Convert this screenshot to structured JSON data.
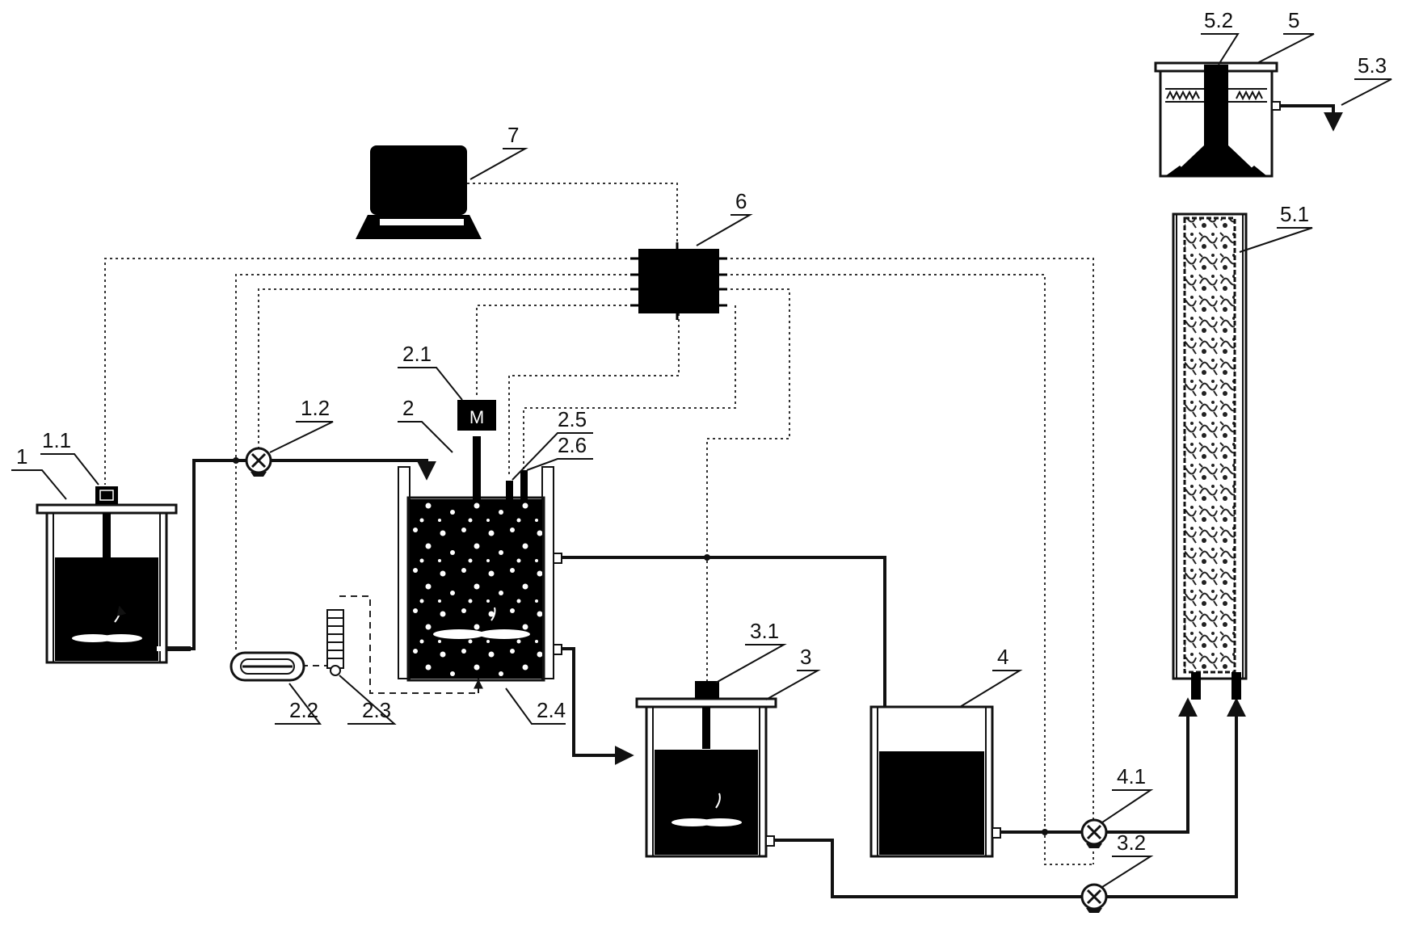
{
  "labels": {
    "tank1": "1",
    "lid_device_1_1": "1.1",
    "pump_1_2": "1.2",
    "reactor2": "2",
    "motor_2_1": "2.1",
    "aerator_2_2": "2.2",
    "flowmeter_2_3": "2.3",
    "diffuser_2_4": "2.4",
    "probe_2_5": "2.5",
    "probe_2_6": "2.6",
    "tank3": "3",
    "lid_device_3_1": "3.1",
    "pump_3_2": "3.2",
    "tank4": "4",
    "pump_4_1": "4.1",
    "column5": "5",
    "packing_5_1": "5.1",
    "nozzle_5_2": "5.2",
    "outlet_5_3": "5.3",
    "controller6": "6",
    "computer7": "7",
    "motor_symbol": "M"
  },
  "colors": {
    "ink": "#111111",
    "signal_line": "#333333",
    "background": "#ffffff"
  }
}
